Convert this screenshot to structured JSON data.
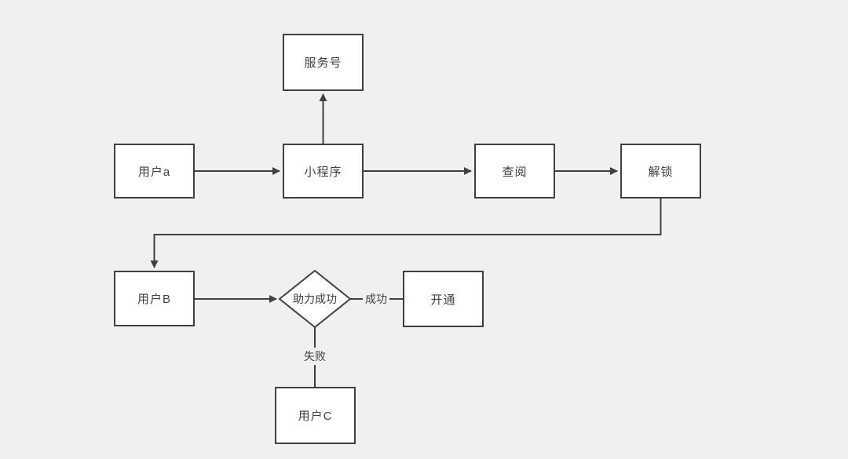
{
  "diagram": {
    "colors": {
      "background": "#f0f0f0",
      "stroke": "#404040",
      "node_fill": "#ffffff",
      "text": "#3f3f3f"
    },
    "nodes": {
      "service_account": "服务号",
      "user_a": "用户a",
      "mini_program": "小程序",
      "review": "查阅",
      "unlock": "解锁",
      "user_b": "用户B",
      "boost_success": "助力成功",
      "activate": "开通",
      "user_c": "用户C"
    },
    "edge_labels": {
      "success": "成功",
      "failure": "失败"
    }
  }
}
